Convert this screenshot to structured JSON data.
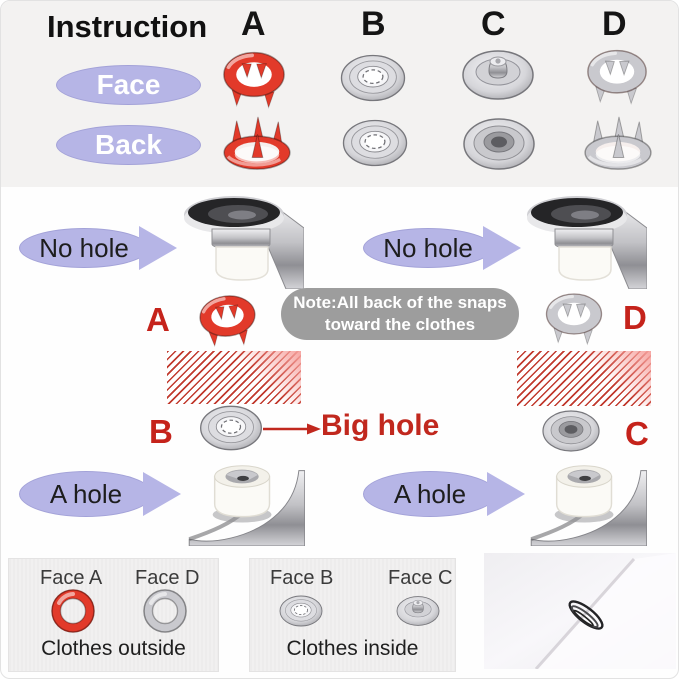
{
  "colors": {
    "top_bg": "#f3f2f1",
    "lavender": "#b6b5e6",
    "red_accent": "#c5231b",
    "snap_red": "#e23a2a",
    "snap_silver": "#c9c9ce",
    "note_gray": "#9d9d9d",
    "panel_bg": "#f1f0f0"
  },
  "header": {
    "title": "Instruction",
    "columns": {
      "a": "A",
      "b": "B",
      "c": "C",
      "d": "D"
    },
    "rows": {
      "face": "Face",
      "back": "Back"
    }
  },
  "callouts": {
    "no_hole_left": "No hole",
    "no_hole_right": "No hole",
    "a_hole_left": "A hole",
    "a_hole_right": "A hole"
  },
  "note": {
    "line1": "Note:All back of the snaps",
    "line2": "toward the clothes"
  },
  "middle_labels": {
    "a": "A",
    "b": "B",
    "c": "C",
    "d": "D",
    "big_hole": "Big hole"
  },
  "panels": {
    "outside": {
      "left_label": "Face A",
      "right_label": "Face D",
      "caption": "Clothes outside"
    },
    "inside": {
      "left_label": "Face B",
      "right_label": "Face C",
      "caption": "Clothes inside"
    }
  },
  "icons": {
    "prong_ring_red": "red prong ring snap part A",
    "socket": "socket snap part B",
    "stud": "stud snap part C",
    "prong_ring_silver": "silver prong ring snap part D",
    "pliers_press": "snap pliers press head (no hole die)",
    "pliers_die_hole": "snap pliers die with hole",
    "fabric_snap": "fabric with installed snap edge"
  }
}
